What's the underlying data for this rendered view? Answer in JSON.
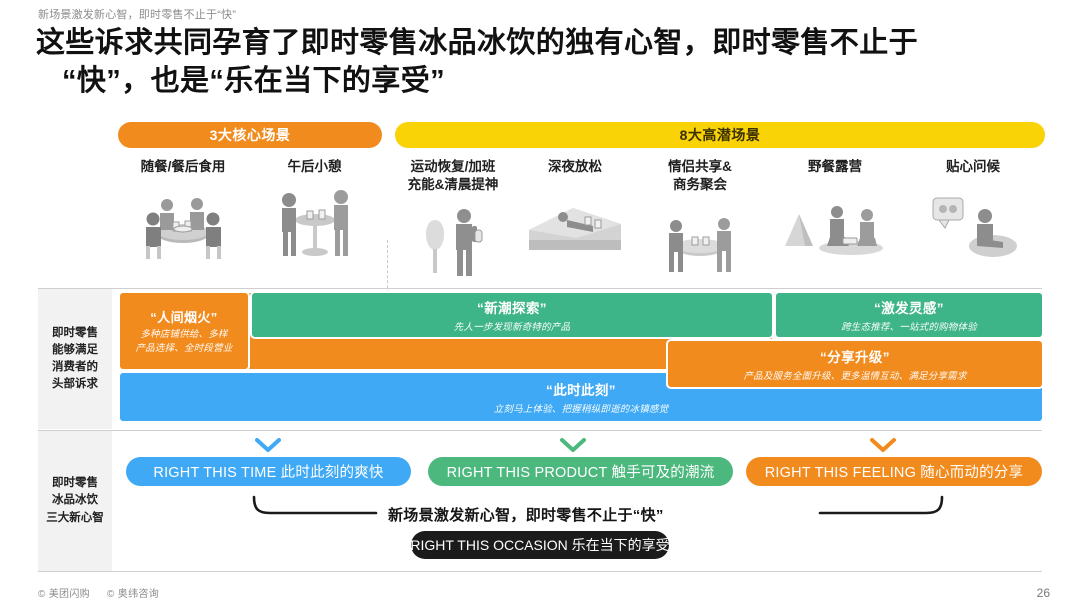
{
  "header": {
    "eyebrow": "新场景激发新心智，即时零售不止于“快”",
    "title_line1": "这些诉求共同孕育了即时零售冰品冰饮的独有心智，即时零售不止于",
    "title_line2": "“快”，也是“乐在当下的享受”"
  },
  "scene_headers": {
    "core": "3大核心场景",
    "potential": "8大高潜场景"
  },
  "scenes": [
    {
      "label": "随餐/餐后食用",
      "icon": "group-dining-illustration"
    },
    {
      "label": "午后小憩",
      "icon": "two-people-standing-table-illustration"
    },
    {
      "label": "运动恢复/加班\n充能&清晨提神",
      "icon": "person-exercise-illustration"
    },
    {
      "label": "深夜放松",
      "icon": "person-on-sofa-illustration"
    },
    {
      "label": "情侣共享&\n商务聚会",
      "icon": "couple-at-table-illustration"
    },
    {
      "label": "野餐露营",
      "icon": "picnic-camping-illustration"
    },
    {
      "label": "贴心问候",
      "icon": "gift-greeting-illustration"
    }
  ],
  "demands": {
    "row_label": "即时零售\n能够满足\n消费者的\n头部诉求",
    "bars": [
      {
        "name": "renjian",
        "title": "“人间烟火”",
        "subtitle": "多种店铺供给、多样\n产品选择、全时段营业",
        "color": "#F28B1E"
      },
      {
        "name": "xinchao",
        "title": "“新潮探索”",
        "subtitle": "先人一步发现新奇特的产品",
        "color": "#3EB489"
      },
      {
        "name": "jifa",
        "title": "“激发灵感”",
        "subtitle": "跨生态推荐、一站式的购物体验",
        "color": "#3EB489"
      },
      {
        "name": "fenxiang",
        "title": "“分享升级”",
        "subtitle": "产品及服务全面升级、更多温情互动、满足分享需求",
        "color": "#F28B1E"
      },
      {
        "name": "cishi",
        "title": "“此时此刻”",
        "subtitle": "立刻马上体验、把握稍纵即逝的冰镇感觉",
        "color": "#3FA9F5"
      }
    ]
  },
  "mindsets": {
    "row_label": "即时零售\n冰品冰饮\n三大新心智",
    "pills": [
      {
        "name": "right-this-time",
        "text": "RIGHT THIS TIME 此时此刻的爽快",
        "color": "#3FA9F5"
      },
      {
        "name": "right-this-product",
        "text": "RIGHT THIS PRODUCT 触手可及的潮流",
        "color": "#4CB87E"
      },
      {
        "name": "right-this-feeling",
        "text": "RIGHT THIS FEELING 随心而动的分享",
        "color": "#F28B1E"
      }
    ],
    "summary": "新场景激发新心智，即时零售不止于“快”",
    "occasion": "RIGHT THIS OCCASION 乐在当下的享受"
  },
  "footer": {
    "source_1": "© 美团闪购",
    "source_2": "© 奥纬咨询",
    "page": "26"
  }
}
